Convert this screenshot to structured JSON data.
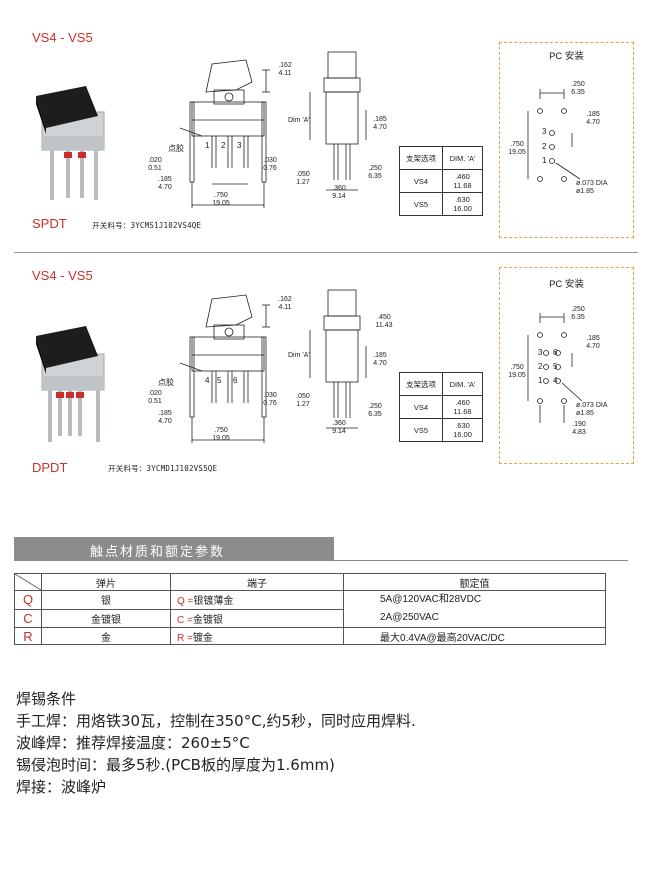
{
  "section1": {
    "series": "VS4 - VS5",
    "type": "SPDT",
    "part_label": "开关料号：",
    "part_no": "3YCMS1J102VS4QE",
    "dims": {
      "d162": ".162",
      "d411": "4.11",
      "dima": "Dim 'A'",
      "d185": ".185",
      "d470": "4.70",
      "d250": ".250",
      "d635": "6.35",
      "d050": ".050",
      "d127": "1.27",
      "d360": ".360",
      "d914": "9.14",
      "d020": ".020",
      "d051": "0.51",
      "d030": ".030",
      "d076": "0.76",
      "d185b": ".185",
      "d470b": "4.70",
      "d750": ".750",
      "d1905": "19.05",
      "glue": "点胶",
      "pins": [
        "1",
        "2",
        "3"
      ]
    },
    "table": {
      "h1": "支架选项",
      "h2": "DIM. 'A'",
      "rows": [
        {
          "opt": "VS4",
          "in": ".460",
          "mm": "11.68"
        },
        {
          "opt": "VS5",
          "in": ".630",
          "mm": "16.00"
        }
      ]
    },
    "pc": {
      "title": "PC 安装",
      "d250": ".250",
      "d635": "6.35",
      "d185": ".185",
      "d470": "4.70",
      "d750": ".750",
      "d1905": "19.05",
      "dia": "ø.073 DIA",
      "diamm": "ø1.85",
      "pins": [
        "3",
        "2",
        "1"
      ]
    }
  },
  "section2": {
    "series": "VS4 - VS5",
    "type": "DPDT",
    "part_label": "开关料号：",
    "part_no": "3YCMD1J102VS5QE",
    "dims": {
      "d162": ".162",
      "d411": "4.11",
      "d450": ".450",
      "d1143": "11.43",
      "dima": "Dim 'A'",
      "d185": ".185",
      "d470": "4.70",
      "d250": ".250",
      "d635": "6.35",
      "d050": ".050",
      "d127": "1.27",
      "d360": ".360",
      "d914": "9.14",
      "d020": ".020",
      "d051": "0.51",
      "d030": ".030",
      "d076": "0.76",
      "d185b": ".185",
      "d470b": "4.70",
      "d750": ".750",
      "d1905": "19.05",
      "glue": "点胶",
      "pins": [
        "4",
        "5",
        "6"
      ]
    },
    "table": {
      "h1": "支架选项",
      "h2": "DIM. 'A'",
      "rows": [
        {
          "opt": "VS4",
          "in": ".460",
          "mm": "11.68"
        },
        {
          "opt": "VS5",
          "in": ".630",
          "mm": "16.00"
        }
      ]
    },
    "pc": {
      "title": "PC 安装",
      "d250": ".250",
      "d635": "6.35",
      "d185": ".185",
      "d470": "4.70",
      "d750": ".750",
      "d1905": "19.05",
      "dia": "ø.073 DIA",
      "diamm": "ø1.85",
      "d190": ".190",
      "d483": "4.83",
      "pins": [
        "3",
        "6",
        "2",
        "5",
        "1",
        "4"
      ]
    }
  },
  "ratings": {
    "banner": "触点材质和额定参数",
    "headers": [
      "弹片",
      "端子",
      "额定值"
    ],
    "rows": [
      {
        "code": "Q",
        "spring": "银",
        "terminal_code": "Q =",
        "terminal": "银镀薄金"
      },
      {
        "code": "C",
        "spring": "金镀银",
        "terminal_code": "C =",
        "terminal": "金镀银"
      },
      {
        "code": "R",
        "spring": "金",
        "terminal_code": "R =",
        "terminal": "镀金"
      }
    ],
    "values": [
      "5A@120VAC和28VDC",
      "2A@250VAC",
      "最大0.4VA@最高20VAC/DC"
    ]
  },
  "solder": {
    "title": "焊锡条件",
    "lines": [
      "手工焊：用烙铁30瓦，控制在350°C,约5秒，同时应用焊料.",
      "波峰焊：推荐焊接温度：260±5°C",
      "锡侵泡时间：最多5秒.(PCB板的厚度为1.6mm)",
      "焊接：波峰炉"
    ]
  },
  "colors": {
    "accent_red": "#c8312b",
    "dash_orange": "#e2a445",
    "banner_gray": "#8c8c8c"
  }
}
